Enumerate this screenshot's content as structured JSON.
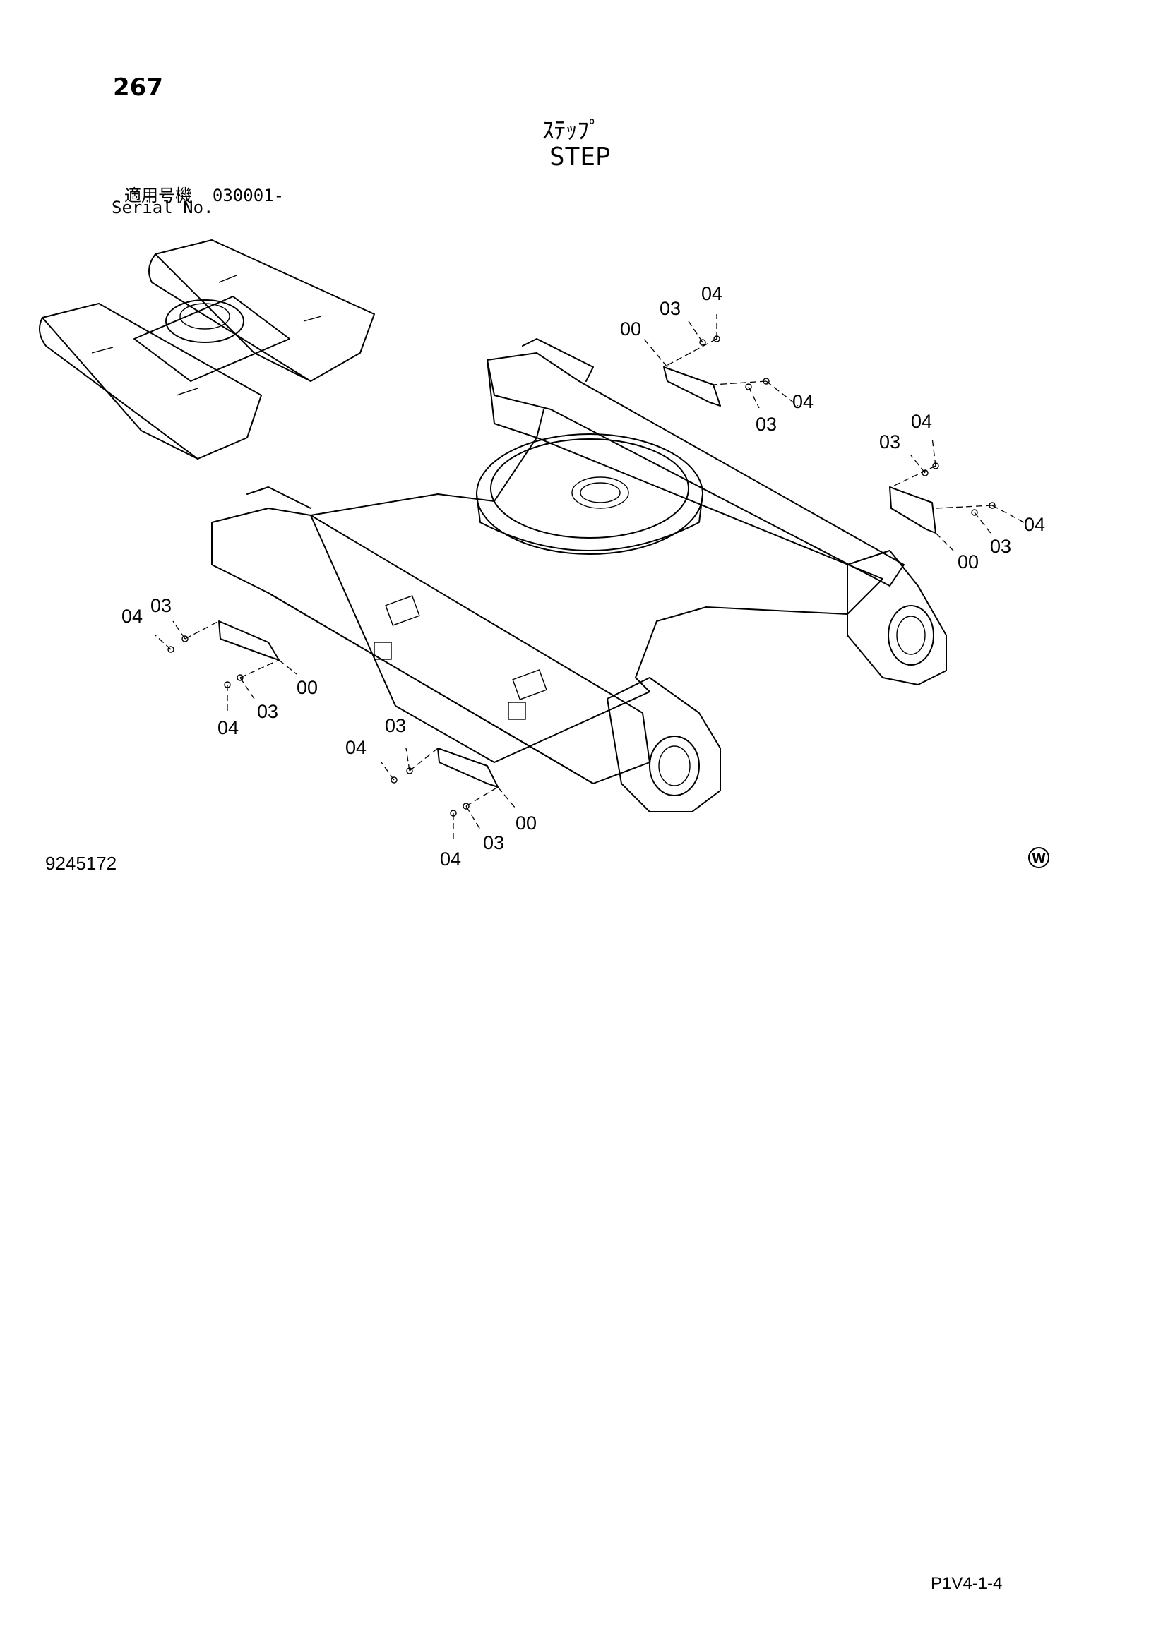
{
  "header": {
    "page_number": "267",
    "title_jp": "ｽﾃｯﾌﾟ",
    "title_en": "STEP",
    "serial_label_jp": "適用号機",
    "serial_value": "030001-",
    "serial_label_en": "Serial No."
  },
  "diagram": {
    "callouts": {
      "a1": "04",
      "a2": "03",
      "a3": "00",
      "a4": "04",
      "a5": "03",
      "b1": "04",
      "b2": "03",
      "b3": "04",
      "b4": "03",
      "b5": "00",
      "c1": "04",
      "c2": "03",
      "c3": "00",
      "c4": "03",
      "c5": "04",
      "d1": "04",
      "d2": "03",
      "d3": "00",
      "d4": "03",
      "d5": "04"
    }
  },
  "footer": {
    "drawing_number": "9245172",
    "mark": "W",
    "page_ref": "P1V4-1-4"
  }
}
